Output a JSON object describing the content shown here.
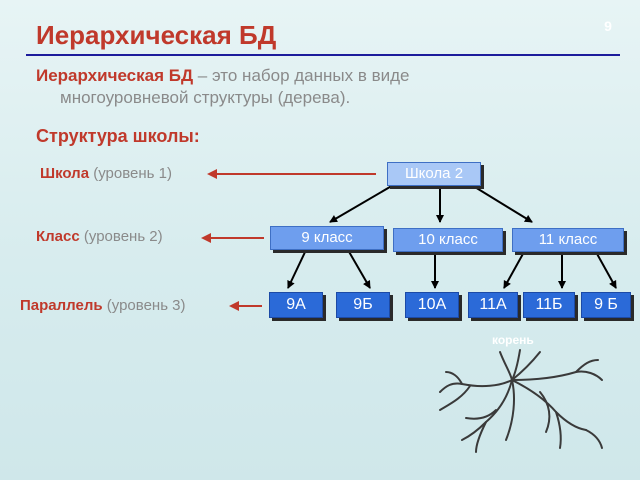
{
  "slide": {
    "title": "Иерархическая БД",
    "page_number": "9",
    "definition": {
      "term": "Иерархическая БД",
      "text_line1": " – это набор данных в виде",
      "text_line2": "многоуровневой структуры (дерева)."
    },
    "structure_heading": "Структура школы:",
    "levels": [
      {
        "name": "Школа",
        "level": "(уровень 1)"
      },
      {
        "name": "Класс",
        "level": "(уровень 2)"
      },
      {
        "name": "Параллель",
        "level": "(уровень 3)"
      }
    ],
    "tree": {
      "root": "Школа 2",
      "classes": [
        "9 класс",
        "10 класс",
        "11 класс"
      ],
      "parallels": [
        "9А",
        "9Б",
        "10А",
        "11А",
        "11Б",
        "9 Б"
      ]
    },
    "root_caption": "корень",
    "colors": {
      "accent": "#c0392b",
      "node_fill": "#6e9eee",
      "node_dark": "#2b6ad8",
      "rule": "#1c1c9c"
    }
  }
}
